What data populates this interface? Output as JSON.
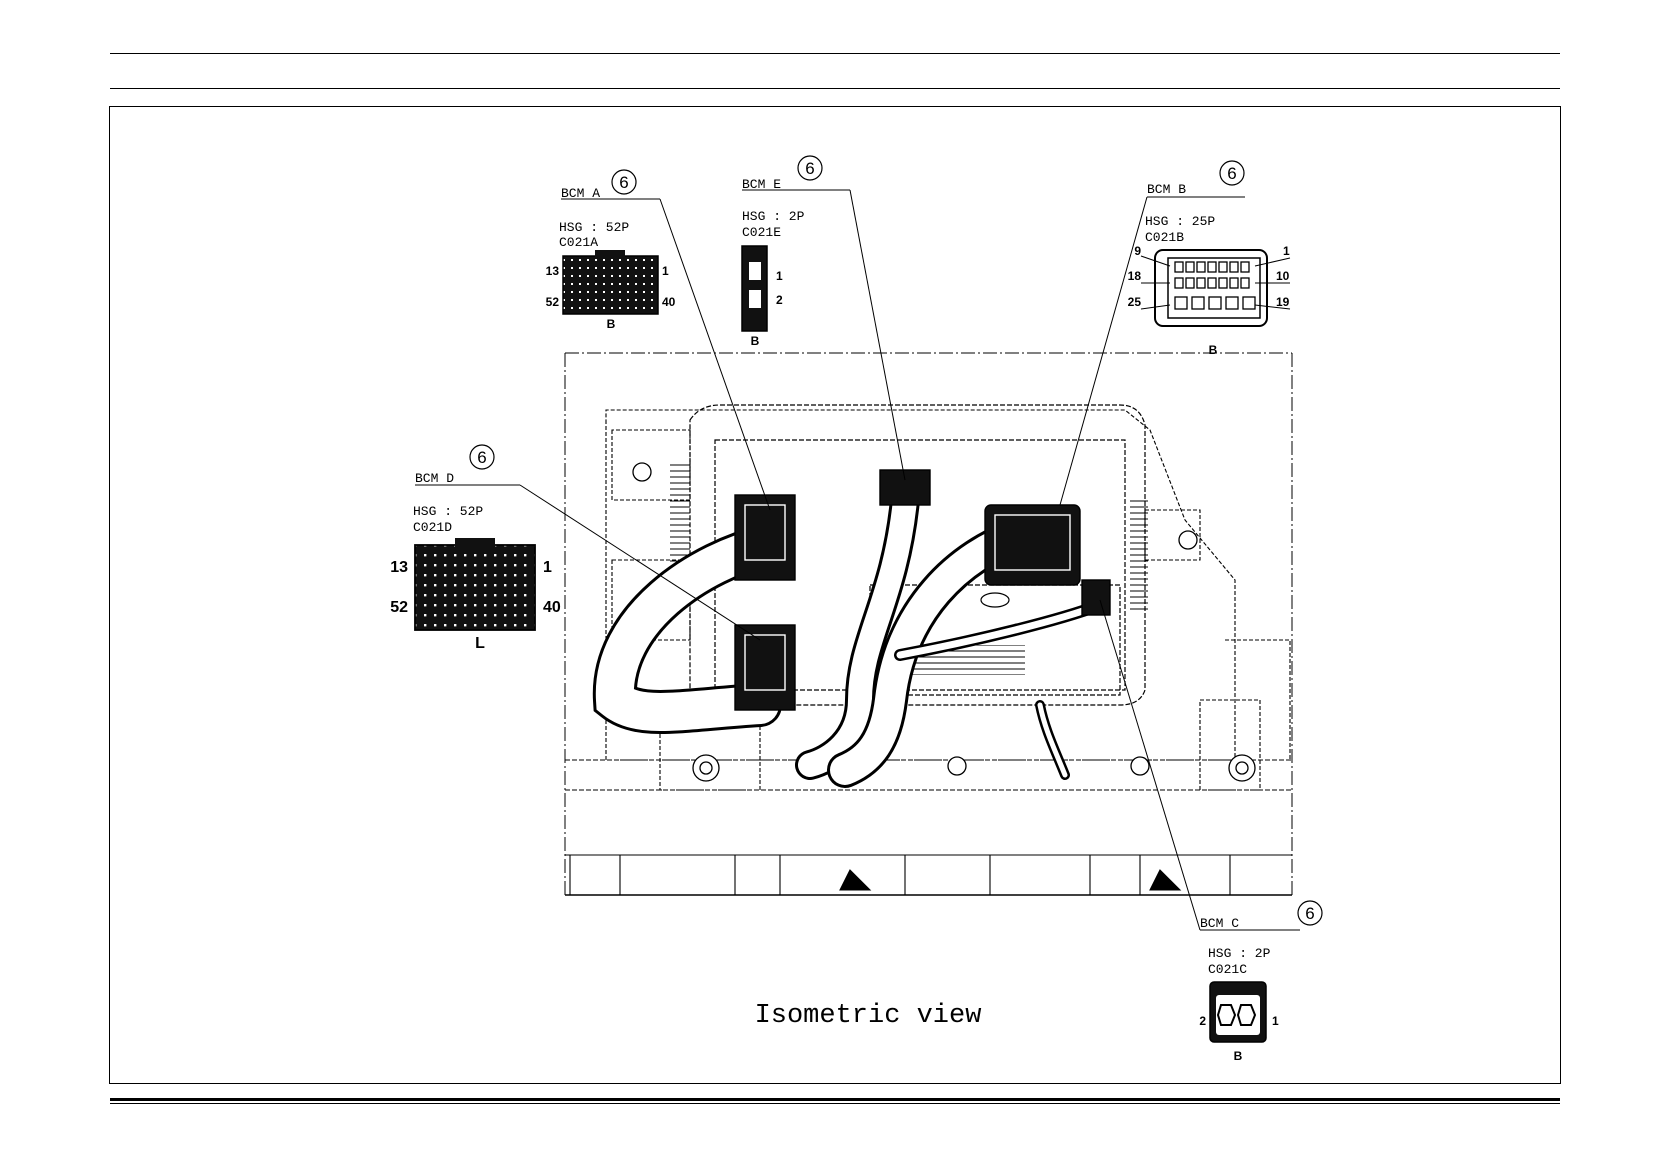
{
  "connectors": [
    {
      "label": "BCM A",
      "callout": "6",
      "housing": "HSG : 52P",
      "code": "C021A",
      "pins": {
        "top_left": "13",
        "top_right": "1",
        "bottom_left": "52",
        "bottom_right": "40"
      },
      "color": "B"
    },
    {
      "label": "BCM E",
      "callout": "6",
      "housing": "HSG : 2P",
      "code": "C021E",
      "pins": {
        "top": "1",
        "bottom": "2"
      },
      "color": "B"
    },
    {
      "label": "BCM B",
      "callout": "6",
      "housing": "HSG : 25P",
      "code": "C021B",
      "pins": {
        "r1_left": "9",
        "r1_right": "1",
        "r2_left": "18",
        "r2_right": "10",
        "r3_left": "25",
        "r3_right": "19"
      },
      "color": "B"
    },
    {
      "label": "BCM D",
      "callout": "6",
      "housing": "HSG : 52P",
      "code": "C021D",
      "pins": {
        "top_left": "13",
        "top_right": "1",
        "bottom_left": "52",
        "bottom_right": "40"
      },
      "color": "L"
    },
    {
      "label": "BCM C",
      "callout": "6",
      "housing": "HSG : 2P",
      "code": "C021C",
      "pins": {
        "left": "2",
        "right": "1"
      },
      "color": "B"
    }
  ],
  "isometric_marker": "B",
  "caption": "Isometric view"
}
